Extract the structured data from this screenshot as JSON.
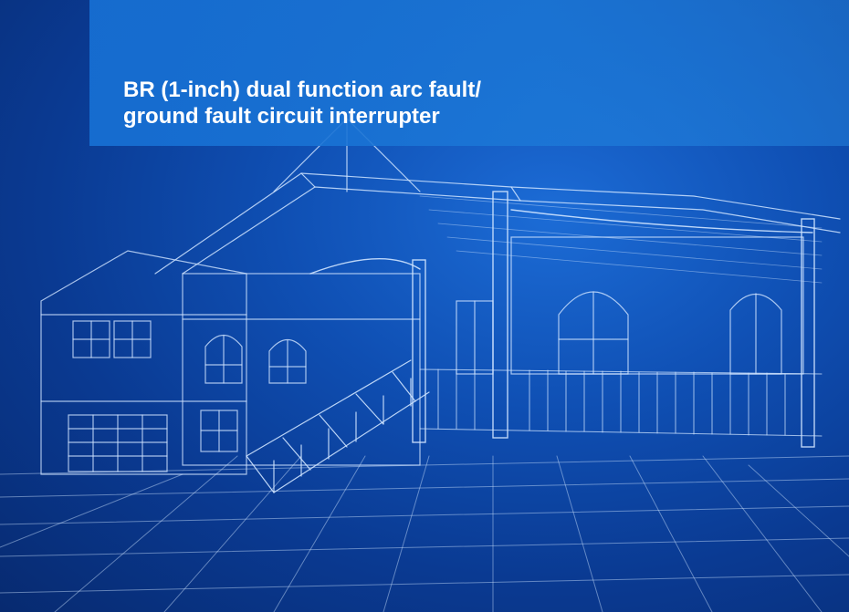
{
  "title": {
    "line1": "BR (1-inch) dual function arc fault/",
    "line2": "ground fault circuit interrupter"
  },
  "colors": {
    "background_dark": "#072a70",
    "background_mid": "#0f4fb3",
    "title_band": "#1c78d7",
    "title_text": "#ffffff",
    "wireframe": "#cfe4ff"
  },
  "illustration": "blueprint-house-wireframe"
}
